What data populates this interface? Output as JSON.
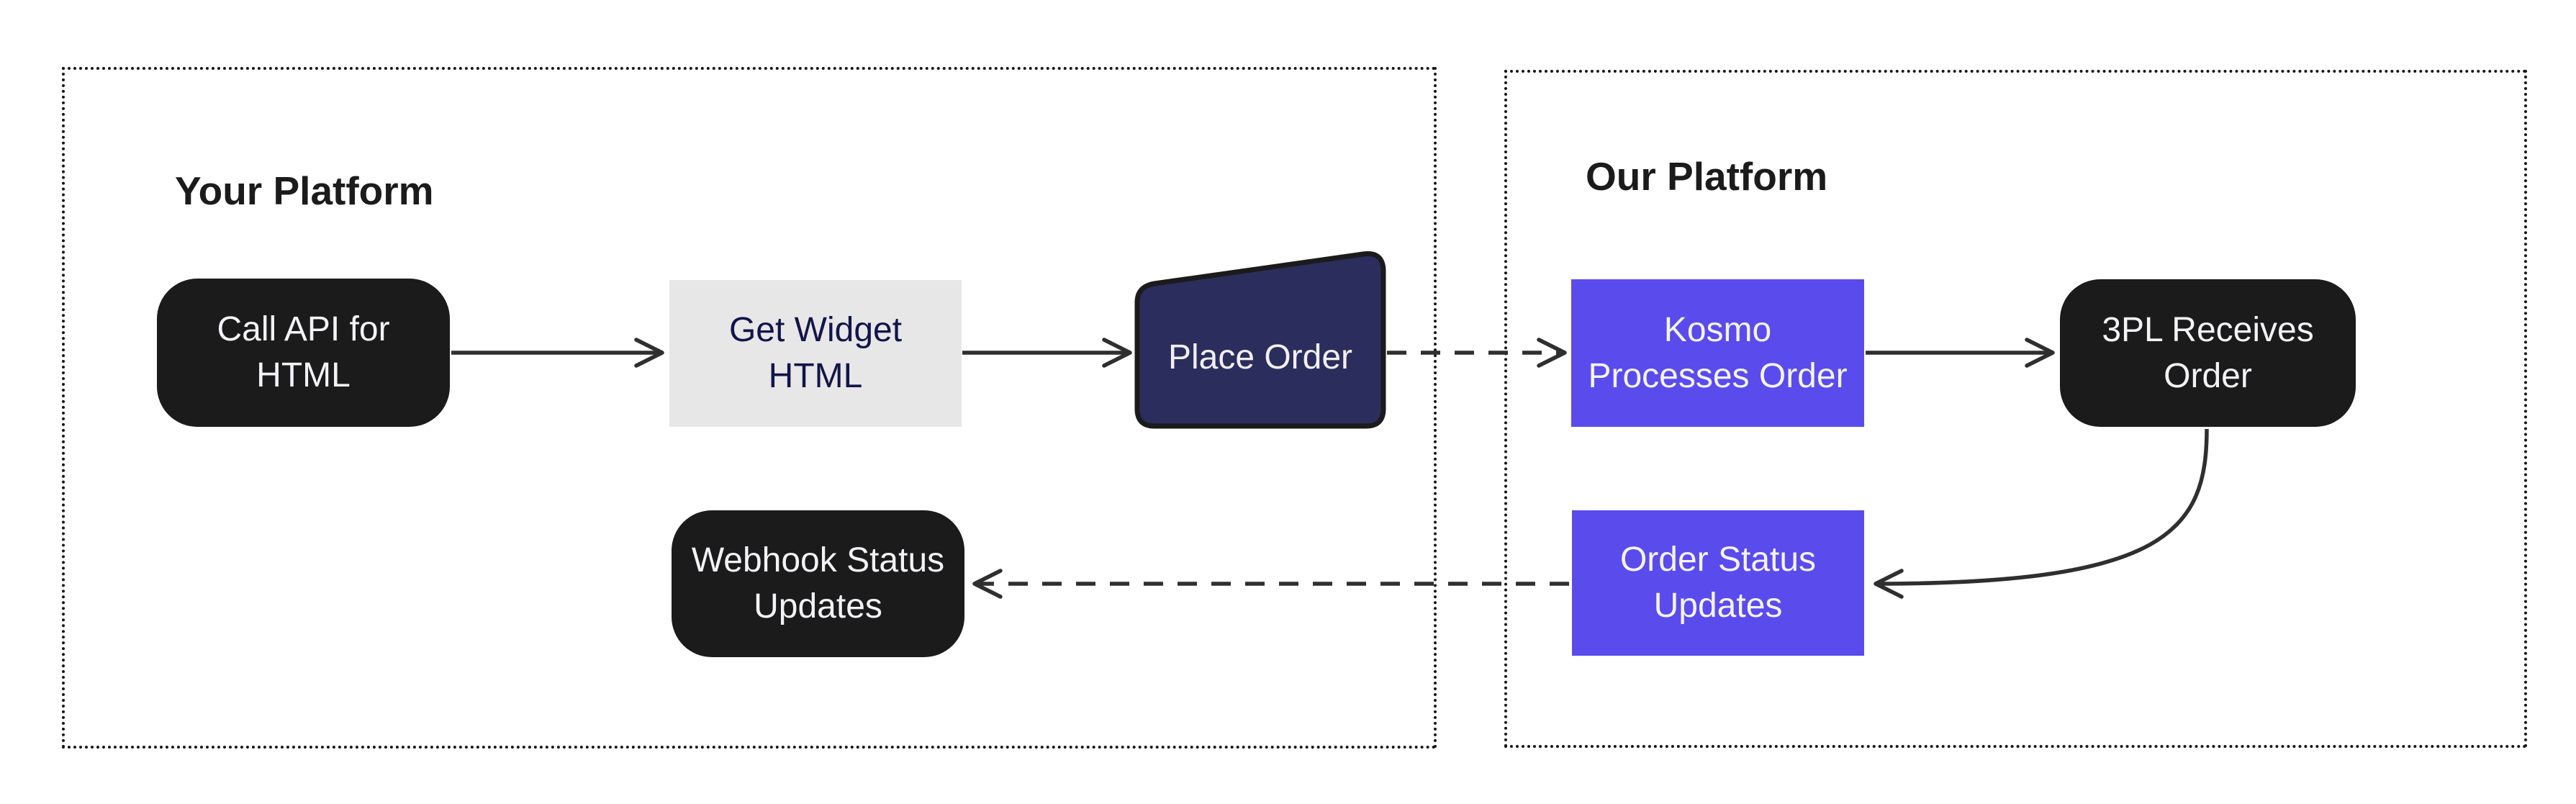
{
  "containers": {
    "your_platform": {
      "title": "Your Platform"
    },
    "our_platform": {
      "title": "Our Platform"
    }
  },
  "nodes": {
    "call_api": {
      "line1": "Call API for",
      "line2": "HTML"
    },
    "get_widget": {
      "line1": "Get Widget",
      "line2": "HTML"
    },
    "place_order": {
      "line1": "Place Order",
      "line2": ""
    },
    "kosmo": {
      "line1": "Kosmo",
      "line2": "Processes Order"
    },
    "three_pl": {
      "line1": "3PL Receives",
      "line2": "Order"
    },
    "order_status": {
      "line1": "Order Status",
      "line2": "Updates"
    },
    "webhook": {
      "line1": "Webhook Status",
      "line2": "Updates"
    }
  },
  "edges": [
    {
      "from": "call_api",
      "to": "get_widget",
      "style": "solid"
    },
    {
      "from": "get_widget",
      "to": "place_order",
      "style": "solid"
    },
    {
      "from": "place_order",
      "to": "kosmo",
      "style": "dashed"
    },
    {
      "from": "kosmo",
      "to": "three_pl",
      "style": "solid"
    },
    {
      "from": "three_pl",
      "to": "order_status",
      "style": "solid-curved"
    },
    {
      "from": "order_status",
      "to": "webhook",
      "style": "dashed"
    }
  ],
  "colors": {
    "node_black": "#1B1B1B",
    "node_gray": "#E8E7E8",
    "node_purple": "#5A4BEC",
    "node_navy": "#2B2E5C",
    "text_on_dark": "#F3F2F6",
    "text_on_gray": "#11154A",
    "section_title": "#1B1B1B",
    "arrow": "#2F2F2F",
    "background": "#FFFFFF"
  }
}
